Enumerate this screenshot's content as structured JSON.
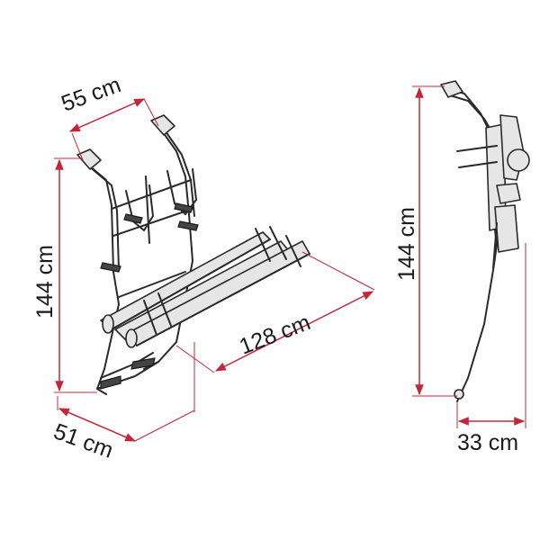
{
  "colors": {
    "dimension": "#c0283a",
    "outline": "#2a2a2a",
    "text": "#1a1a1a"
  },
  "dimensions": {
    "top_width": "55 cm",
    "front_height": "144 cm",
    "length": "128 cm",
    "depth": "51 cm",
    "side_height": "144 cm",
    "side_depth": "33 cm"
  }
}
